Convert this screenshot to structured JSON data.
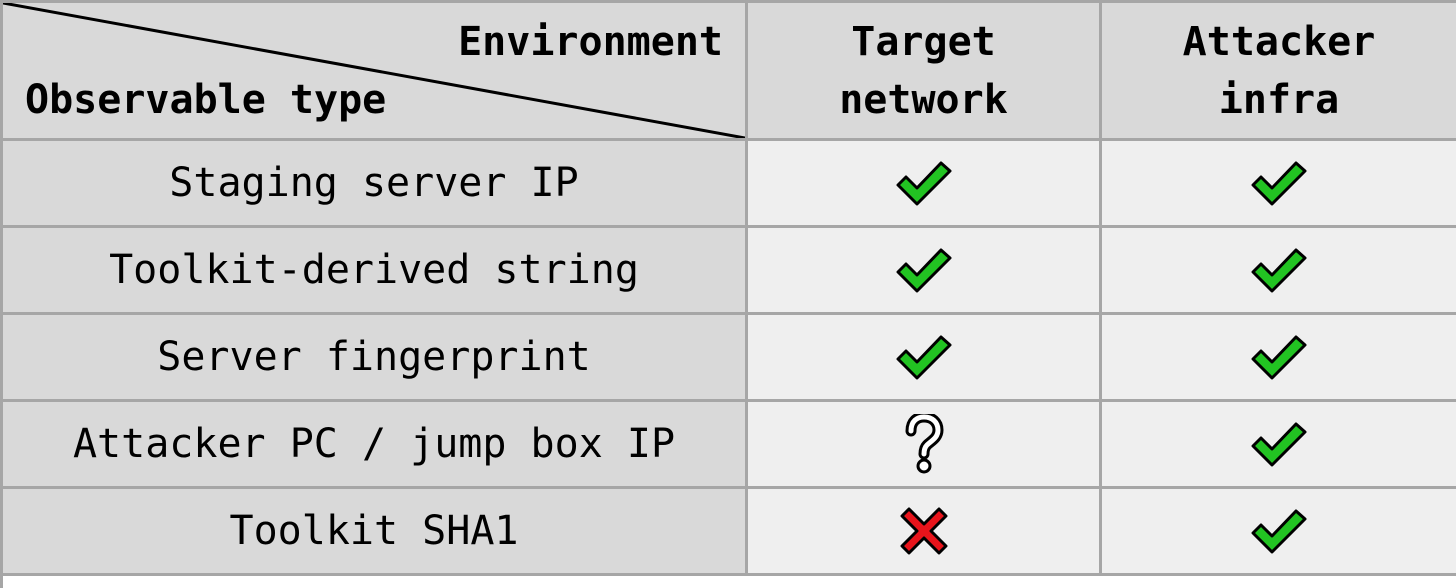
{
  "header": {
    "environment_label": "Environment",
    "observable_label": "Observable type",
    "columns": [
      {
        "line1": "Target",
        "line2": "network"
      },
      {
        "line1": "Attacker",
        "line2": "infra"
      }
    ]
  },
  "rows": [
    {
      "label": "Staging server IP",
      "target": "check",
      "attacker": "check"
    },
    {
      "label": "Toolkit-derived string",
      "target": "check",
      "attacker": "check"
    },
    {
      "label": "Server fingerprint",
      "target": "check",
      "attacker": "check"
    },
    {
      "label": "Attacker PC / jump box IP",
      "target": "question",
      "attacker": "check"
    },
    {
      "label": "Toolkit SHA1",
      "target": "cross",
      "attacker": "check"
    }
  ],
  "icons": {
    "check": "check-icon",
    "question": "question-icon",
    "cross": "cross-icon"
  },
  "colors": {
    "check": "#22c322",
    "cross": "#e8141b",
    "header_bg": "#d9d9d9",
    "cell_bg": "#efefef",
    "grid": "#a6a6a6"
  }
}
